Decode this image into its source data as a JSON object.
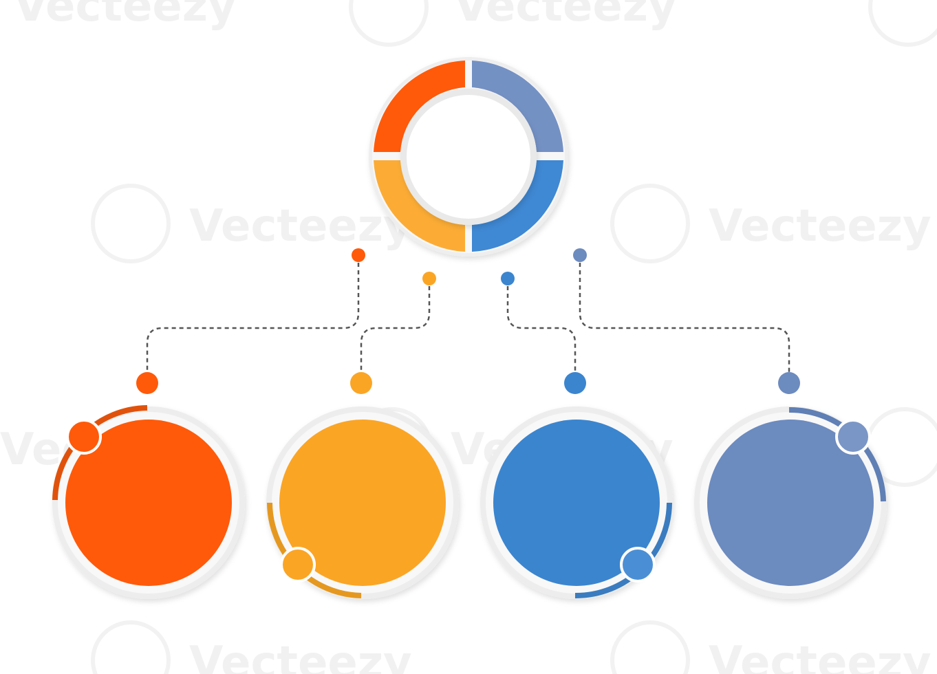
{
  "colors": {
    "orange": "#ff5a0a",
    "yellow": "#fba525",
    "blue": "#3b85cf",
    "slate": "#6c8bbf",
    "ring_gray": "#ececec",
    "connector": "#555555"
  },
  "watermark": {
    "text": "Vecteezy"
  },
  "hub": {
    "segments": [
      {
        "name": "hub-segment-orange",
        "color": "#ff5a0a"
      },
      {
        "name": "hub-segment-slate",
        "color": "#7491c4"
      },
      {
        "name": "hub-segment-blue",
        "color": "#3f88d3"
      },
      {
        "name": "hub-segment-yellow",
        "color": "#fcac35"
      }
    ]
  },
  "nodes": [
    {
      "name": "node-orange",
      "color": "#ff5a0a",
      "accent": "#e0520c"
    },
    {
      "name": "node-yellow",
      "color": "#fba525",
      "accent": "#e5981f"
    },
    {
      "name": "node-blue",
      "color": "#3b85cf",
      "accent": "#3a7cbf"
    },
    {
      "name": "node-slate",
      "color": "#6c8bbf",
      "accent": "#5f7fb5"
    }
  ]
}
